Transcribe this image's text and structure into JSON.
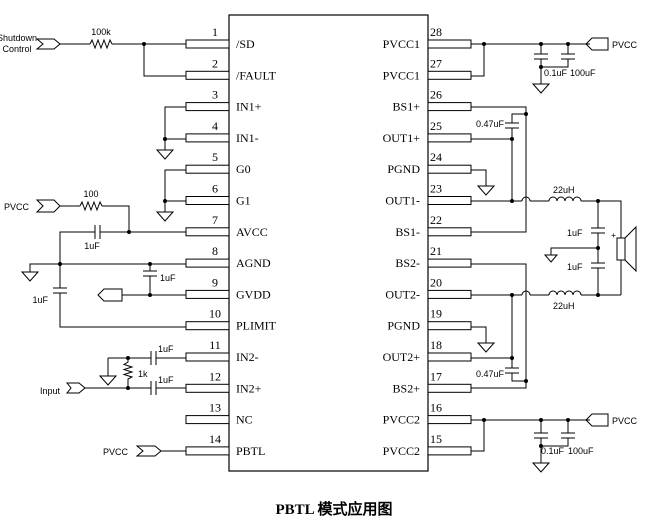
{
  "caption": "PBTL 模式应用图",
  "chip": {
    "left_pins": [
      {
        "num": "1",
        "name": "/SD"
      },
      {
        "num": "2",
        "name": "/FAULT"
      },
      {
        "num": "3",
        "name": "IN1+"
      },
      {
        "num": "4",
        "name": "IN1-"
      },
      {
        "num": "5",
        "name": "G0"
      },
      {
        "num": "6",
        "name": "G1"
      },
      {
        "num": "7",
        "name": "AVCC"
      },
      {
        "num": "8",
        "name": "AGND"
      },
      {
        "num": "9",
        "name": "GVDD"
      },
      {
        "num": "10",
        "name": "PLIMIT"
      },
      {
        "num": "11",
        "name": "IN2-"
      },
      {
        "num": "12",
        "name": "IN2+"
      },
      {
        "num": "13",
        "name": "NC"
      },
      {
        "num": "14",
        "name": "PBTL"
      }
    ],
    "right_pins": [
      {
        "num": "28",
        "name": "PVCC1"
      },
      {
        "num": "27",
        "name": "PVCC1"
      },
      {
        "num": "26",
        "name": "BS1+"
      },
      {
        "num": "25",
        "name": "OUT1+"
      },
      {
        "num": "24",
        "name": "PGND"
      },
      {
        "num": "23",
        "name": "OUT1-"
      },
      {
        "num": "22",
        "name": "BS1-"
      },
      {
        "num": "21",
        "name": "BS2-"
      },
      {
        "num": "20",
        "name": "OUT2-"
      },
      {
        "num": "19",
        "name": "PGND"
      },
      {
        "num": "18",
        "name": "OUT2+"
      },
      {
        "num": "17",
        "name": "BS2+"
      },
      {
        "num": "16",
        "name": "PVCC2"
      },
      {
        "num": "15",
        "name": "PVCC2"
      }
    ]
  },
  "labels": {
    "shutdown_line1": "Shutdown",
    "shutdown_line2": "Control",
    "r_100k": "100k",
    "pvcc_left_top": "PVCC",
    "r_100": "100",
    "c_avcc": "1uF",
    "c_agnd": "1uF",
    "c_plimit": "1uF",
    "c_in2m": "1uF",
    "c_in2p": "1uF",
    "r_1k": "1k",
    "input": "Input",
    "pvcc_pbtl": "PVCC",
    "pvcc_right_top": "PVCC",
    "c_top_01": "0.1uF",
    "c_top_100": "100uF",
    "c_bs_top": "0.47uF",
    "l_top": "22uH",
    "c_spk_top": "1uF",
    "c_spk_bot": "1uF",
    "l_bot": "22uH",
    "c_bs_bot": "0.47uF",
    "pvcc_right_bot": "PVCC",
    "c_bot_01": "0.1uF",
    "c_bot_100": "100uF"
  }
}
